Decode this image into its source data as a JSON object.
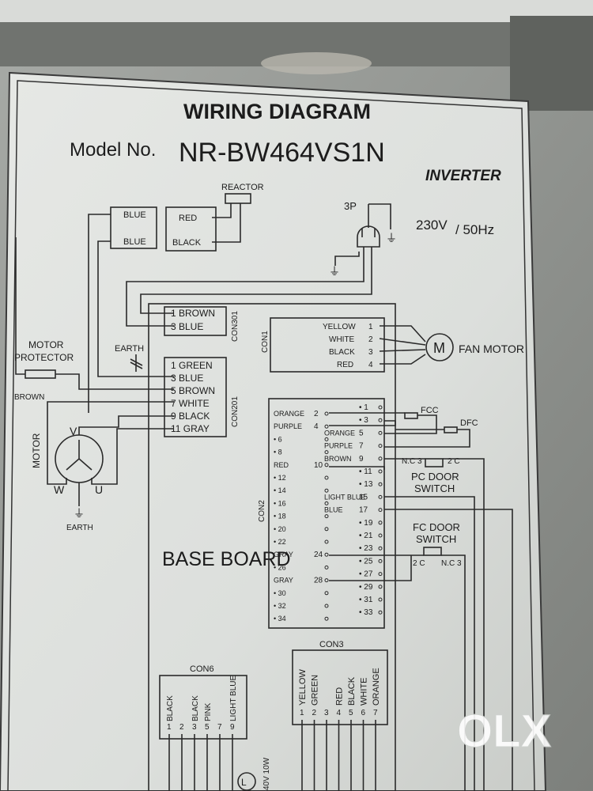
{
  "header": {
    "title": "WIRING DIAGRAM",
    "model_label": "Model No.",
    "model_value": "NR-BW464VS1N",
    "brand_logo": "INVERTER"
  },
  "power": {
    "plug": "3P",
    "voltage": "230V",
    "frequency": "/ 50Hz"
  },
  "reactor": {
    "label": "REACTOR",
    "terminals": [
      "RED",
      "BLACK"
    ]
  },
  "blue_terminal": {
    "terminals": [
      "BLUE",
      "BLUE"
    ]
  },
  "earth_label": "EARTH",
  "motor_protector": {
    "label_1": "MOTOR",
    "label_2": "PROTECTOR",
    "wire": "BROWN"
  },
  "motor": {
    "label": "MOTOR",
    "terminals": [
      "V",
      "W",
      "U"
    ],
    "earth": "EARTH"
  },
  "con301": {
    "name": "CON301",
    "pins": [
      "1 BROWN",
      "3 BLUE"
    ]
  },
  "con201": {
    "name": "CON201",
    "pins": [
      "1 GREEN",
      "3 BLUE",
      "5 BROWN",
      "7 WHITE",
      "9 BLACK",
      "11 GRAY"
    ]
  },
  "con1": {
    "name": "CON1",
    "colors": [
      "YELLOW",
      "WHITE",
      "BLACK",
      "RED"
    ],
    "pins": [
      "1",
      "2",
      "3",
      "4"
    ],
    "device": "FAN MOTOR",
    "symbol": "M"
  },
  "con2": {
    "name": "CON2",
    "left": [
      {
        "label": "ORANGE",
        "num": "2"
      },
      {
        "label": "PURPLE",
        "num": "4"
      },
      {
        "label": "• 6",
        "num": ""
      },
      {
        "label": "• 8",
        "num": ""
      },
      {
        "label": "RED",
        "num": "10"
      },
      {
        "label": "• 12",
        "num": ""
      },
      {
        "label": "• 14",
        "num": ""
      },
      {
        "label": "• 16",
        "num": ""
      },
      {
        "label": "• 18",
        "num": ""
      },
      {
        "label": "• 20",
        "num": ""
      },
      {
        "label": "• 22",
        "num": ""
      },
      {
        "label": "GRAY",
        "num": "24"
      },
      {
        "label": "• 26",
        "num": ""
      },
      {
        "label": "GRAY",
        "num": "28"
      },
      {
        "label": "• 30",
        "num": ""
      },
      {
        "label": "• 32",
        "num": ""
      },
      {
        "label": "• 34",
        "num": ""
      }
    ],
    "right": [
      {
        "label": "",
        "num": "• 1"
      },
      {
        "label": "",
        "num": "• 3"
      },
      {
        "label": "ORANGE",
        "num": "5"
      },
      {
        "label": "PURPLE",
        "num": "7"
      },
      {
        "label": "BROWN",
        "num": "9"
      },
      {
        "label": "",
        "num": "• 11"
      },
      {
        "label": "",
        "num": "• 13"
      },
      {
        "label": "LIGHT BLUE",
        "num": "15"
      },
      {
        "label": "BLUE",
        "num": "17"
      },
      {
        "label": "",
        "num": "• 19"
      },
      {
        "label": "",
        "num": "• 21"
      },
      {
        "label": "",
        "num": "• 23"
      },
      {
        "label": "",
        "num": "• 25"
      },
      {
        "label": "",
        "num": "• 27"
      },
      {
        "label": "",
        "num": "• 29"
      },
      {
        "label": "",
        "num": "• 31"
      },
      {
        "label": "",
        "num": "• 33"
      }
    ]
  },
  "fcc": "FCC",
  "dfc": "DFC",
  "pc_switch": {
    "line1": "PC DOOR",
    "line2": "SWITCH",
    "nc": "N.C 3",
    "c": "2 C"
  },
  "fc_switch": {
    "line1": "FC DOOR",
    "line2": "SWITCH",
    "c": "2 C",
    "nc": "N.C 3"
  },
  "base_board": "BASE BOARD",
  "con3": {
    "name": "CON3",
    "colors": [
      "YELLOW",
      "GREEN",
      "",
      "RED",
      "BLACK",
      "WHITE",
      "ORANGE"
    ],
    "pins": [
      "1",
      "2",
      "3",
      "4",
      "5",
      "6",
      "7"
    ]
  },
  "con6": {
    "name": "CON6",
    "colors": [
      "BLACK",
      "",
      "BLACK",
      "PINK",
      "",
      "LIGHT BLUE"
    ],
    "pins": [
      "1",
      "2",
      "3",
      "5",
      "7",
      "9"
    ]
  },
  "lamp_label": "40V 10W",
  "watermark": "OLX"
}
